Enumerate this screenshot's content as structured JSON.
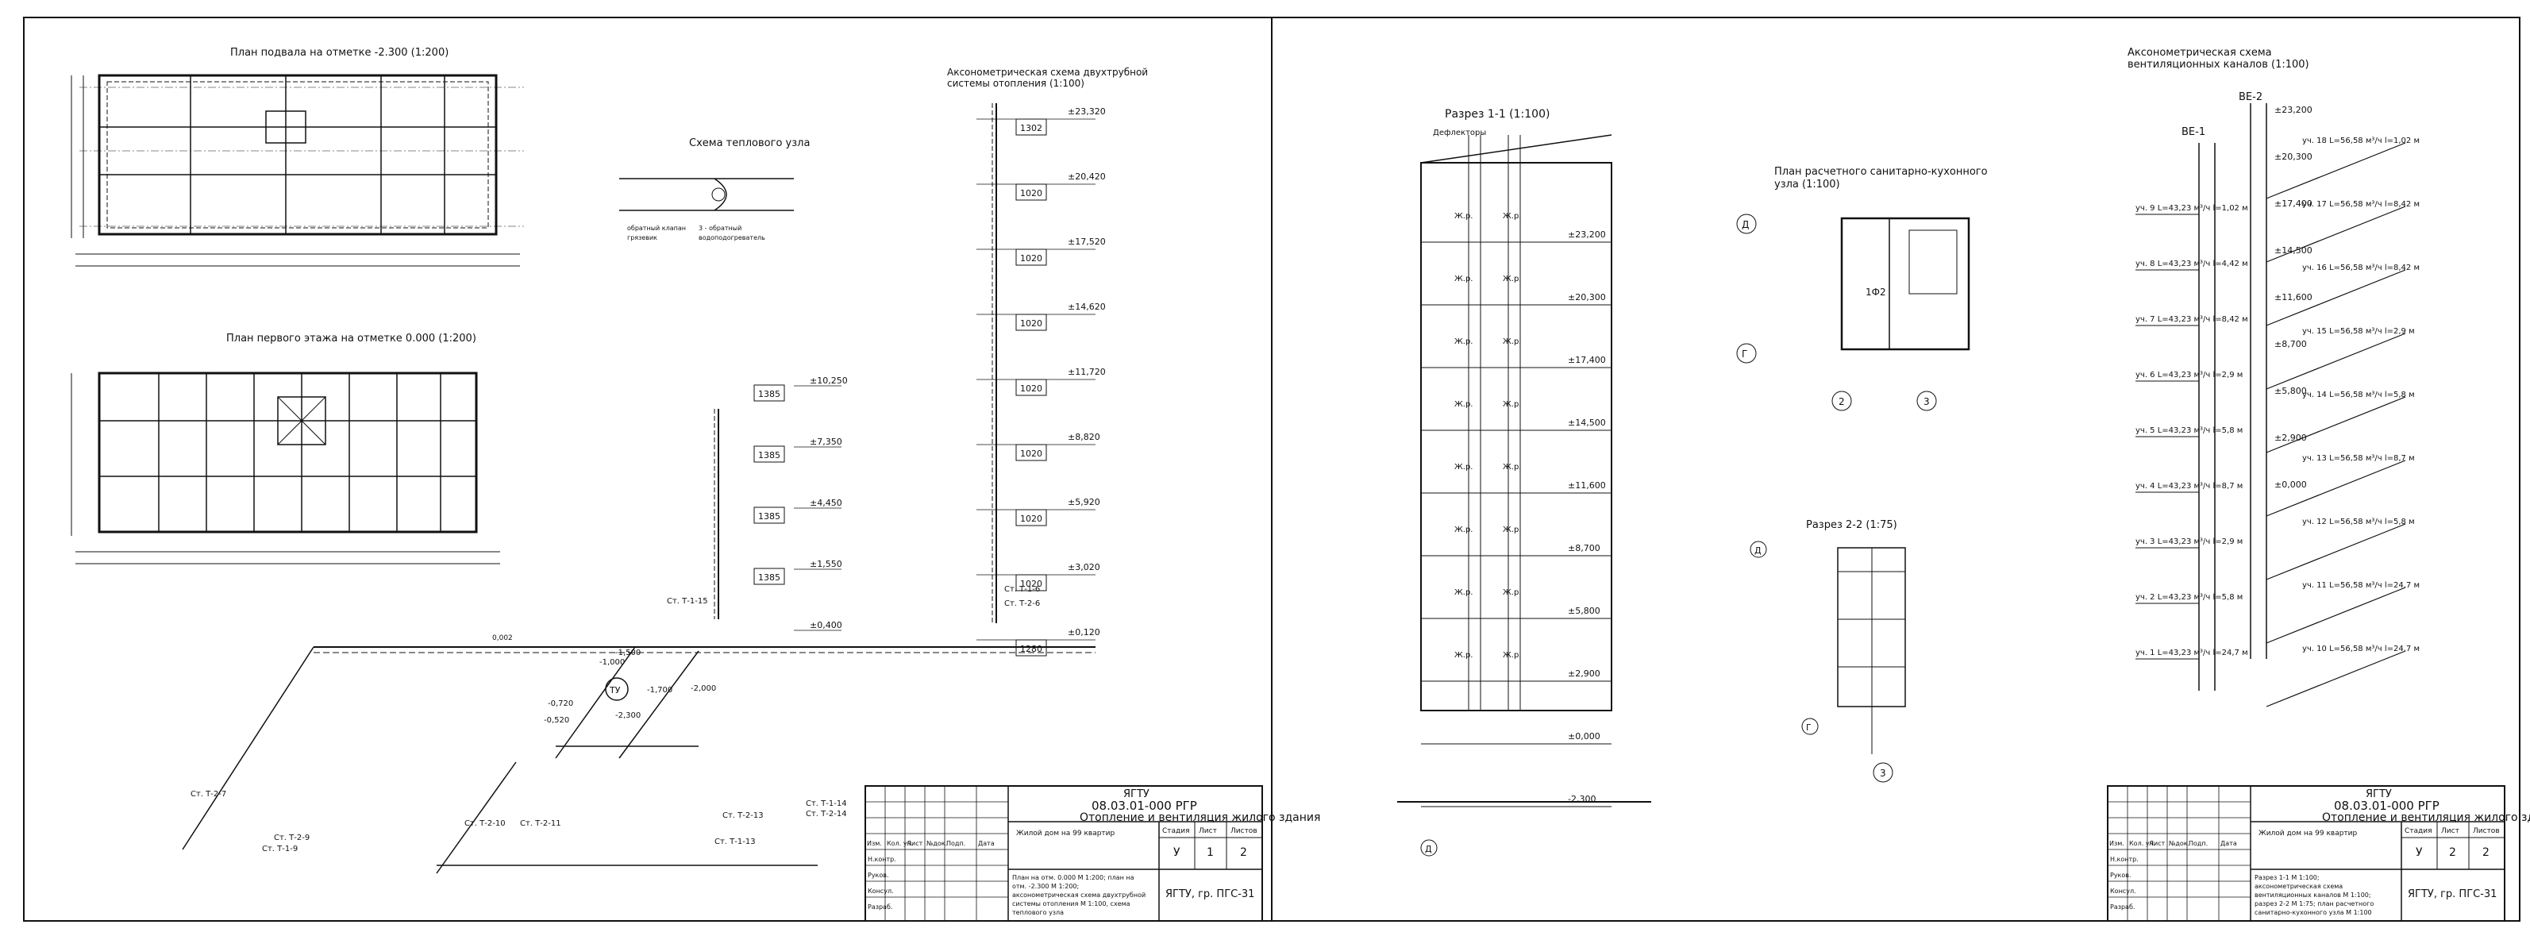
{
  "sheet1": {
    "basement_plan_title": "План подвала на отметке -2.300 (1:200)",
    "ground_floor_plan_title": "План первого этажа на отметке 0.000 (1:200)",
    "heat_unit_title": "Схема теплового узла",
    "axon_heating_title": "Аксонометрическая схема двухтрубной системы отопления (1:100)",
    "riser_elev": [
      "±23,320",
      "±20,420",
      "±17,520",
      "±14,620",
      "±11,720",
      "±8,820",
      "±5,920",
      "±3,020",
      "±0,120"
    ],
    "riser_boxes": [
      "1302",
      "1020",
      "1020",
      "1020",
      "1020",
      "1020",
      "1020",
      "1020",
      "1280"
    ],
    "riser2_elev": [
      "±10,250",
      "±7,350",
      "±4,450",
      "±1,550",
      "±0,400"
    ],
    "riser2_boxes": [
      "1385",
      "1385",
      "1385",
      "1385"
    ],
    "pipe_labels": [
      "Ст. Т-1-15",
      "Ст. Т-1-6",
      "Ст. Т-2-6",
      "Ст. Т-2-7",
      "Ст. Т-2-10",
      "Ст. Т-2-11",
      "Ст. Т-2-13",
      "Ст. Т-1-14",
      "Ст. Т-2-14",
      "Ст. Т-1-13",
      "Ст. Т-2-9",
      "Ст. Т-1-9"
    ],
    "marks": [
      "-1,000",
      "-1,500",
      "-1,700",
      "-2,000",
      "-0,720",
      "-0,520",
      "-2,300",
      "0,002"
    ],
    "tu_label": "ТУ",
    "legend": [
      "обратный клапан",
      "грязевик",
      "3 - обратный",
      "водоподогреватель"
    ],
    "title_block": {
      "org": "ЯГТУ",
      "doc_code": "08.03.01-000 РГР",
      "project": "Отопление и вентиляция жилого здания",
      "object": "Жилой дом на 99 квартир",
      "stage_header": "Стадия",
      "sheet_header": "Лист",
      "sheets_header": "Листов",
      "stage": "У",
      "sheet": "1",
      "sheets": "2",
      "group": "ЯГТУ, гр. ПГС-31",
      "contents": "План на отм. 0.000 М 1:200; план на отм. -2.300 М 1:200; аксонометрическая схема двухтрубной системы отопления М 1:100, схема теплового узла",
      "cols": [
        "Изм.",
        "Кол. уч.",
        "Лист",
        "№док.",
        "Подп.",
        "Дата"
      ],
      "rows": [
        "Н.контр.",
        "Руков.",
        "Консул.",
        "Разраб."
      ]
    }
  },
  "sheet2": {
    "section11_title": "Разрез 1-1 (1:100)",
    "deflector": "Дефлекторы",
    "section_marks": [
      "±23,200",
      "±20,300",
      "±17,400",
      "±14,500",
      "±11,600",
      "±8,700",
      "±5,800",
      "±2,900",
      "±0,000",
      "-2,300"
    ],
    "room_label": "Ж.р.",
    "kitchen_plan_title": "План расчетного санитарно-кухонного узла (1:100)",
    "room_code": "1Ф2",
    "axis_d": "Д",
    "axis_g": "Г",
    "axis_2": "2",
    "axis_3": "3",
    "section22_title": "Разрез 2-2 (1:75)",
    "axon_vent_title": "Аксонометрическая схема вентиляционных каналов (1:100)",
    "ve1": "ВЕ-1",
    "ve2": "ВЕ-2",
    "vent_marks": [
      "±23,200",
      "±20,300",
      "±17,400",
      "±14,500",
      "±11,600",
      "±8,700",
      "±5,800",
      "±2,900",
      "±0,000"
    ],
    "vent_right_labels": [
      "уч. 18 L=56,58 м³/ч l=1,02 м",
      "уч. 17 L=56,58 м³/ч l=8,42 м",
      "уч. 16 L=56,58 м³/ч l=8,42 м",
      "уч. 15 L=56,58 м³/ч l=2,9 м",
      "уч. 14 L=56,58 м³/ч l=5,8 м",
      "уч. 13 L=56,58 м³/ч l=8,7 м",
      "уч. 12 L=56,58 м³/ч l=5,8 м",
      "уч. 11 L=56,58 м³/ч l=24,7 м",
      "уч. 10 L=56,58 м³/ч l=24,7 м"
    ],
    "vent_left_labels": [
      "уч. 9 L=43,23 м³/ч l=1,02 м",
      "уч. 8 L=43,23 м³/ч l=4,42 м",
      "уч. 7 L=43,23 м³/ч l=8,42 м",
      "уч. 6 L=43,23 м³/ч l=2,9 м",
      "уч. 5 L=43,23 м³/ч l=5,8 м",
      "уч. 4 L=43,23 м³/ч l=8,7 м",
      "уч. 3 L=43,23 м³/ч l=2,9 м",
      "уч. 2 L=43,23 м³/ч l=5,8 м",
      "уч. 1 L=43,23 м³/ч l=24,7 м"
    ],
    "title_block": {
      "org": "ЯГТУ",
      "doc_code": "08.03.01-000 РГР",
      "project": "Отопление и вентиляция жилого здания",
      "object": "Жилой дом на 99 квартир",
      "stage_header": "Стадия",
      "sheet_header": "Лист",
      "sheets_header": "Листов",
      "stage": "У",
      "sheet": "2",
      "sheets": "2",
      "group": "ЯГТУ, гр. ПГС-31",
      "contents": "Разрез 1-1 М 1:100; аксонометрическая схема вентиляционных каналов М 1:100; разрез 2-2 М 1:75; план расчетного санитарно-кухонного узла М 1:100",
      "cols": [
        "Изм.",
        "Кол. уч.",
        "Лист",
        "№док.",
        "Подп.",
        "Дата"
      ],
      "rows": [
        "Н.контр.",
        "Руков.",
        "Консул.",
        "Разраб."
      ]
    }
  }
}
